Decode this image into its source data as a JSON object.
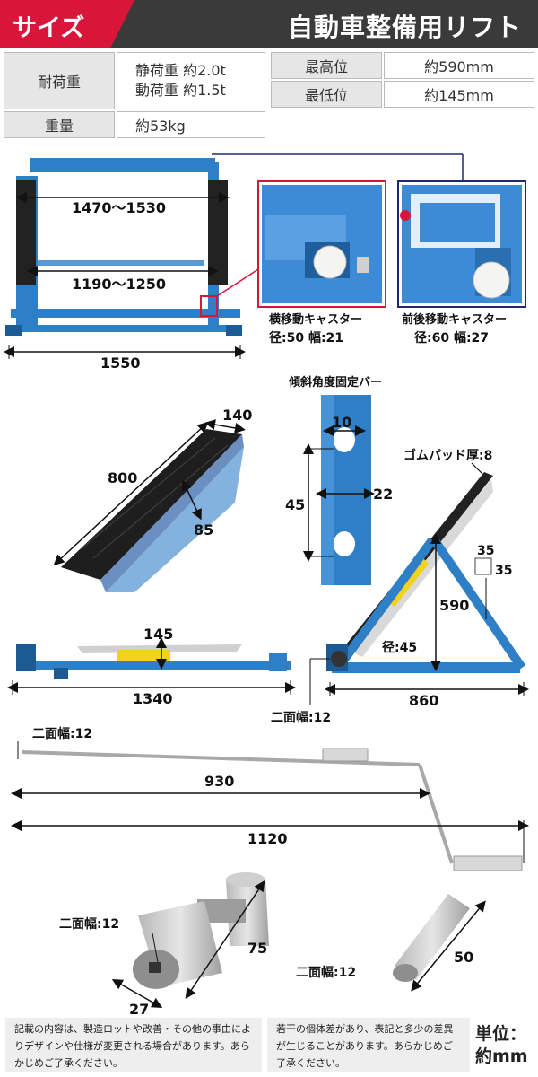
{
  "header": {
    "tag": "サイズ",
    "title": "自動車整備用リフト"
  },
  "specs": {
    "load_label": "耐荷重",
    "static_load": "静荷重 約2.0t",
    "dynamic_load": "動荷重 約1.5t",
    "max_height_label": "最高位",
    "max_height_value": "約590mm",
    "min_height_label": "最低位",
    "min_height_value": "約145mm",
    "weight_label": "重量",
    "weight_value": "約53kg"
  },
  "top_view": {
    "inner_width_upper": "1470～1530",
    "inner_width_lower": "1190～1250",
    "total_width": "1550"
  },
  "casters": {
    "side_caster_label": "横移動キャスター",
    "side_caster_size": "径:50 幅:21",
    "front_caster_label": "前後移動キャスター",
    "front_caster_size": "径:60 幅:27"
  },
  "rubber_pad": {
    "width": "140",
    "length": "800",
    "depth": "85"
  },
  "bar": {
    "title": "傾斜角度固定バー",
    "hole": "10",
    "pitch": "45",
    "diameter": "22"
  },
  "side_view": {
    "rubber_thickness": "ゴムパッド厚:8",
    "square_a": "35",
    "square_b": "35",
    "height": "590",
    "pipe_diameter": "径:45",
    "length": "860",
    "across_flats": "二面幅:12"
  },
  "front_view": {
    "height": "145",
    "length": "1340"
  },
  "handle": {
    "across_flats": "二面幅:12",
    "length_inner": "930",
    "length_total": "1120"
  },
  "joint": {
    "across_flats": "二面幅:12",
    "length": "75",
    "diameter": "27"
  },
  "adapter": {
    "across_flats": "二面幅:12",
    "length": "50"
  },
  "notes": {
    "left": "記載の内容は、製造ロットや改善・その他の事由によりデザインや仕様が変更される場合があります。あらかじめご了承ください。",
    "right": "若干の個体差があり、表記と多少の差異が生じることがあります。あらかじめご了承ください。"
  },
  "unit": {
    "line1": "単位：",
    "line2": "約mm"
  },
  "colors": {
    "header_red": "#d7163a",
    "header_dark": "#3a3a3a",
    "frame_blue": "#2f7fc6",
    "pad_black": "#222222",
    "highlight_red": "#d7163a",
    "highlight_navy": "#1e2a6e"
  }
}
